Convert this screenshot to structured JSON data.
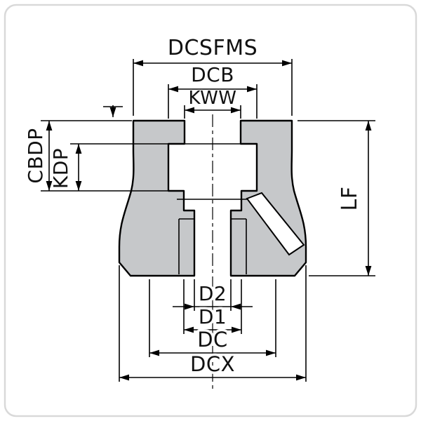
{
  "colors": {
    "background": "#ffffff",
    "frame": "#d9d9d9",
    "body_fill": "#c6c8ca",
    "line": "#000000",
    "text": "#111111"
  },
  "labels": {
    "dcsfms": "DCSFMS",
    "dcb": "DCB",
    "kww": "KWW",
    "cbdp": "CBDP",
    "kdp": "KDP",
    "lf": "LF",
    "d2": "D2",
    "d1": "D1",
    "dc": "DC",
    "dcx": "DCX"
  }
}
